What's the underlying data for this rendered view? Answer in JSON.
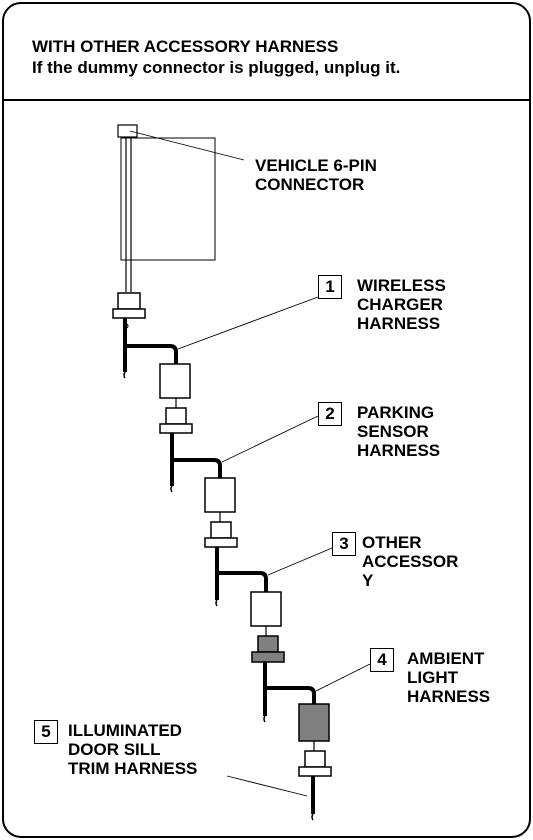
{
  "header": {
    "line1": "WITH OTHER ACCESSORY HARNESS",
    "line2": "If the dummy connector is plugged, unplug it."
  },
  "vehicle_connector": {
    "line1": "VEHICLE 6-PIN",
    "line2": "CONNECTOR"
  },
  "callouts": [
    {
      "number": "1",
      "lines": [
        "WIRELESS",
        "CHARGER",
        "HARNESS"
      ]
    },
    {
      "number": "2",
      "lines": [
        "PARKING",
        "SENSOR",
        "HARNESS"
      ]
    },
    {
      "number": "3",
      "lines": [
        "OTHER",
        "ACCESSOR",
        "Y"
      ]
    },
    {
      "number": "4",
      "lines": [
        "AMBIENT",
        "LIGHT",
        "HARNESS"
      ]
    },
    {
      "number": "5",
      "lines": [
        "ILLUMINATED",
        "DOOR SILL",
        "TRIM HARNESS"
      ]
    }
  ],
  "colors": {
    "line": "#000000",
    "connector_fill": "#ffffff",
    "ambient_fill": "#808080"
  }
}
